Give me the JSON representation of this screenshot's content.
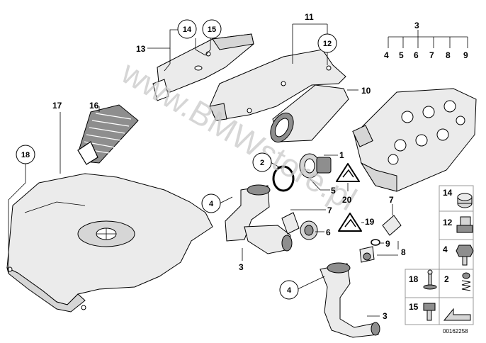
{
  "labels": {
    "p1": "1",
    "p2": "2",
    "p3a": "3",
    "p3b": "3",
    "p3c": "3",
    "p4a": "4",
    "p4b": "4",
    "p4c": "4",
    "p5a": "5",
    "p5b": "5",
    "p6a": "6",
    "p6b": "6",
    "p7a": "7",
    "p7b": "7",
    "p7c": "7",
    "p8a": "8",
    "p8b": "8",
    "p9a": "9",
    "p9b": "9",
    "p10": "10",
    "p11": "11",
    "p12a": "12",
    "p12b": "12",
    "p13": "13",
    "p14a": "14",
    "p14b": "14",
    "p15a": "15",
    "p15b": "15",
    "p16": "16",
    "p17": "17",
    "p18a": "18",
    "p18b": "18",
    "p19": "19",
    "p20": "20",
    "p2b": "2"
  },
  "watermark": "www.BMWstore.pl",
  "diagram_number": "00162258",
  "icons": {
    "arrow": "wrench-arrow-icon",
    "hazard": "hazard-triangle-icon"
  }
}
